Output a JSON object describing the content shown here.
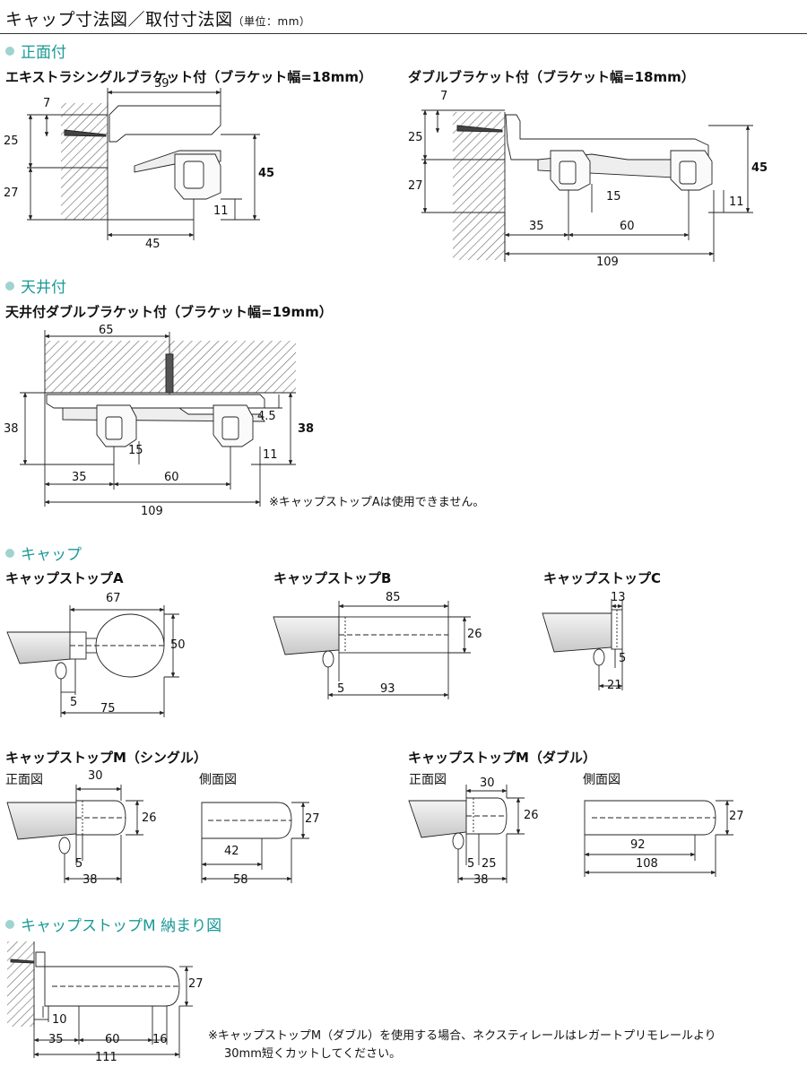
{
  "page": {
    "title": "キャップ寸法図／取付寸法図",
    "unit": "（単位：mm）"
  },
  "sections": {
    "front": "正面付",
    "ceiling": "天井付",
    "cap": "キャップ",
    "capm_fit": "キャップストップM 納まり図"
  },
  "subtitles": {
    "extra_single": "エキストラシングルブラケット付（ブラケット幅=18mm）",
    "double_bracket": "ダブルブラケット付（ブラケット幅=18mm）",
    "ceiling_double": "天井付ダブルブラケット付（ブラケット幅=19mm）",
    "cap_a": "キャップストップA",
    "cap_b": "キャップストップB",
    "cap_c": "キャップストップC",
    "capm_single": "キャップストップM（シングル）",
    "capm_double": "キャップストップM（ダブル）"
  },
  "views": {
    "front": "正面図",
    "side": "側面図"
  },
  "notes": {
    "ceiling": "※キャップストップAは使用できません。",
    "capm_line1": "※キャップストップM（ダブル）を使用する場合、ネクスティレールはレガートプリモレールより",
    "capm_line2": "30mm短くカットしてください。"
  },
  "dims": {
    "es": [
      "59",
      "7",
      "25",
      "27",
      "45",
      "11",
      "45"
    ],
    "db": [
      "7",
      "25",
      "27",
      "45",
      "15",
      "11",
      "35",
      "60",
      "109"
    ],
    "ce": [
      "65",
      "38",
      "38",
      "4.5",
      "15",
      "11",
      "35",
      "60",
      "109"
    ],
    "ca": [
      "67",
      "50",
      "5",
      "75"
    ],
    "cb": [
      "85",
      "26",
      "5",
      "93"
    ],
    "cc": [
      "13",
      "5",
      "21"
    ],
    "ms": [
      "30",
      "26",
      "5",
      "38",
      "27",
      "42",
      "58"
    ],
    "md": [
      "30",
      "26",
      "5",
      "25",
      "38",
      "27",
      "92",
      "108"
    ],
    "mf": [
      "27",
      "10",
      "35",
      "60",
      "16",
      "111"
    ]
  }
}
